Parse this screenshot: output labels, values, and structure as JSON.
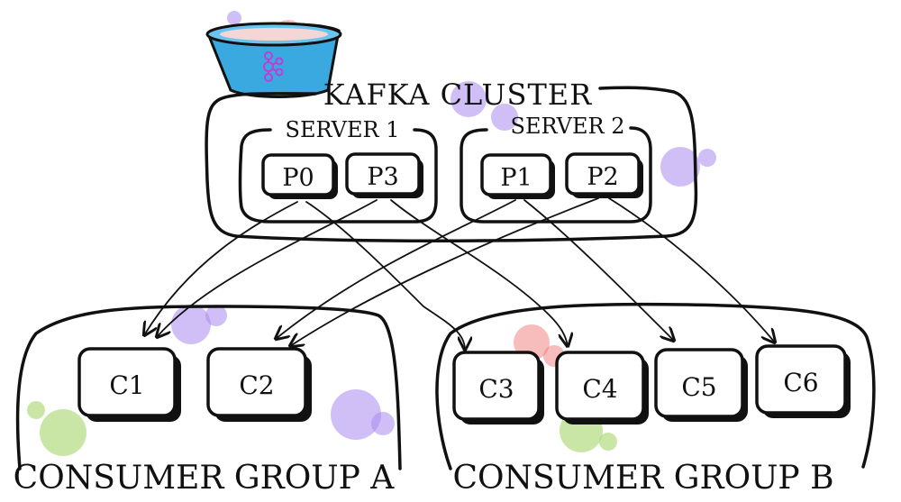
{
  "cluster": {
    "title": "KAFKA CLUSTER",
    "logo_icon": "kafka-bucket-icon",
    "servers": [
      {
        "label": "SERVER 1",
        "partitions": [
          "P0",
          "P3"
        ]
      },
      {
        "label": "SERVER 2",
        "partitions": [
          "P1",
          "P2"
        ]
      }
    ]
  },
  "groups": [
    {
      "label": "CONSUMER GROUP A",
      "consumers": [
        "C1",
        "C2"
      ]
    },
    {
      "label": "CONSUMER GROUP B",
      "consumers": [
        "C3",
        "C4",
        "C5",
        "C6"
      ]
    }
  ],
  "assignments": [
    {
      "from": "P0",
      "to": [
        "C1",
        "C3"
      ]
    },
    {
      "from": "P3",
      "to": [
        "C1",
        "C4"
      ]
    },
    {
      "from": "P1",
      "to": [
        "C2",
        "C5"
      ]
    },
    {
      "from": "P2",
      "to": [
        "C2",
        "C6"
      ]
    }
  ],
  "colors": {
    "ink": "#111111",
    "bucket": "#3aa9e0",
    "accent_purple": "#a98bf0",
    "accent_red": "#f07a7a",
    "accent_green": "#a6d56a"
  }
}
